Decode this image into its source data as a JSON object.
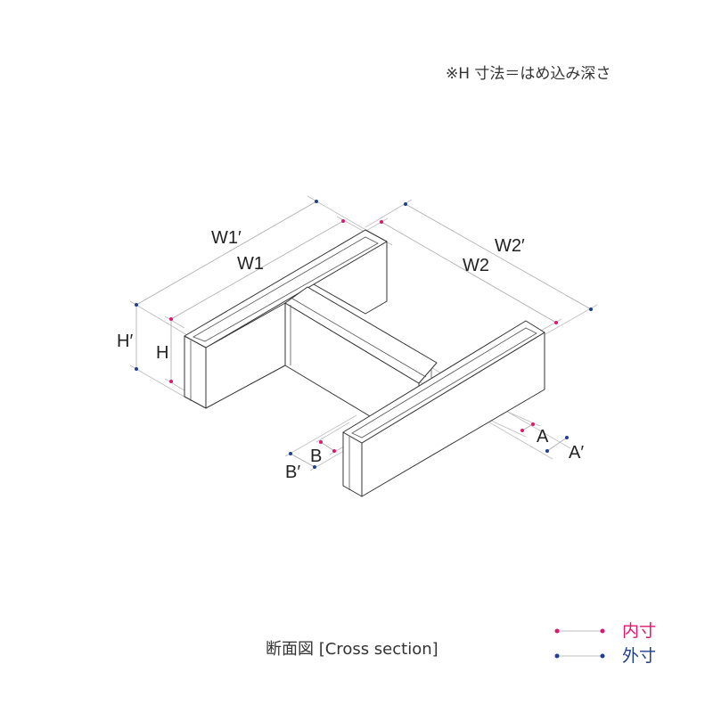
{
  "note": "※H 寸法＝はめ込み深さ",
  "caption": "断面図 [Cross section]",
  "dimensions": {
    "w1_outer": "W1′",
    "w1_inner": "W1",
    "w2_outer": "W2′",
    "w2_inner": "W2",
    "h_outer": "H′",
    "h_inner": "H",
    "a_inner": "A",
    "a_outer": "A′",
    "b_inner": "B",
    "b_outer": "B′"
  },
  "legend": [
    {
      "label": "内寸",
      "color": "#e0156e"
    },
    {
      "label": "外寸",
      "color": "#1f3f8f"
    }
  ]
}
